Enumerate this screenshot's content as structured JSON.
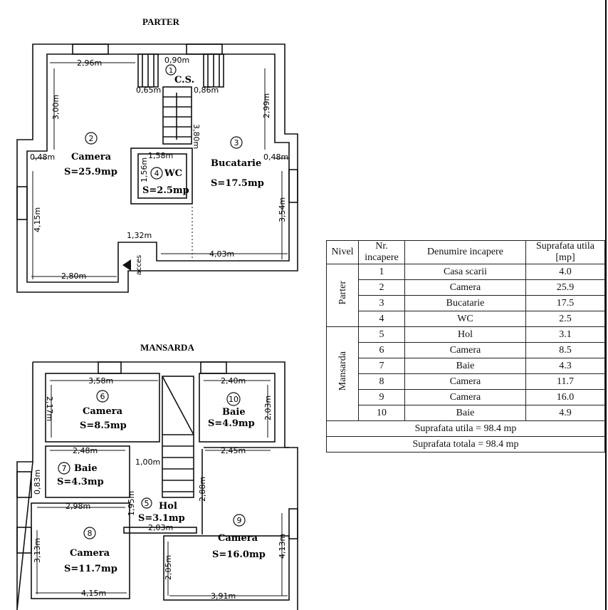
{
  "parter": {
    "title": "PARTER",
    "access_label": "acces",
    "rooms": [
      {
        "nr": "1",
        "name": "C.S.",
        "area": ""
      },
      {
        "nr": "2",
        "name": "Camera",
        "area": "S=25.9mp"
      },
      {
        "nr": "3",
        "name": "Bucatarie",
        "area": "S=17.5mp"
      },
      {
        "nr": "4",
        "name": "WC",
        "area": "S=2.5mp"
      }
    ],
    "dims": {
      "d1": "2,96m",
      "d2": "0,90m",
      "d3": "0,65m",
      "d4": "0,86m",
      "d5": "3,00m",
      "d6": "2,99m",
      "d7": "0,48m",
      "d8": "0,48m",
      "d9": "3,80m",
      "d10": "1,58m",
      "d11": "1,56m",
      "d12": "4,15m",
      "d13": "3,54m",
      "d14": "1,32m",
      "d15": "4,03m",
      "d16": "2,80m"
    }
  },
  "mansarda": {
    "title": "MANSARDA",
    "rooms": [
      {
        "nr": "5",
        "name": "Hol",
        "area": "S=3.1mp"
      },
      {
        "nr": "6",
        "name": "Camera",
        "area": "S=8.5mp"
      },
      {
        "nr": "7",
        "name": "Baie",
        "area": "S=4.3mp"
      },
      {
        "nr": "8",
        "name": "Camera",
        "area": "S=11.7mp"
      },
      {
        "nr": "9",
        "name": "Camera",
        "area": "S=16.0mp"
      },
      {
        "nr": "10",
        "name": "Baie",
        "area": "S=4.9mp"
      }
    ],
    "dims": {
      "d1": "3,58m",
      "d2": "2,40m",
      "d3": "2,17m",
      "d4": "2,03m",
      "d5": "2,48m",
      "d6": "1,00m",
      "d7": "2,45m",
      "d8": "0,83m",
      "d9": "2,88m",
      "d10": "2,98m",
      "d11": "1,95m",
      "d12": "2,03m",
      "d13": "3,13m",
      "d14": "4,13m",
      "d15": "2,05m",
      "d16": "4,15m",
      "d17": "3,91m"
    }
  },
  "table": {
    "headers": {
      "nivel": "Nivel",
      "nr": "Nr. incapere",
      "denumire": "Denumire incapere",
      "suprafata": "Suprafata utila [mp]"
    },
    "levels": {
      "parter": "Parter",
      "mansarda": "Mansarda"
    },
    "rows": [
      {
        "nr": "1",
        "name": "Casa scarii",
        "area": "4.0"
      },
      {
        "nr": "2",
        "name": "Camera",
        "area": "25.9"
      },
      {
        "nr": "3",
        "name": "Bucatarie",
        "area": "17.5"
      },
      {
        "nr": "4",
        "name": "WC",
        "area": "2.5"
      },
      {
        "nr": "5",
        "name": "Hol",
        "area": "3.1"
      },
      {
        "nr": "6",
        "name": "Camera",
        "area": "8.5"
      },
      {
        "nr": "7",
        "name": "Baie",
        "area": "4.3"
      },
      {
        "nr": "8",
        "name": "Camera",
        "area": "11.7"
      },
      {
        "nr": "9",
        "name": "Camera",
        "area": "16.0"
      },
      {
        "nr": "10",
        "name": "Baie",
        "area": "4.9"
      }
    ],
    "total_util": "Suprafata utila = 98.4 mp",
    "total_total": "Suprafata totala = 98.4 mp"
  }
}
